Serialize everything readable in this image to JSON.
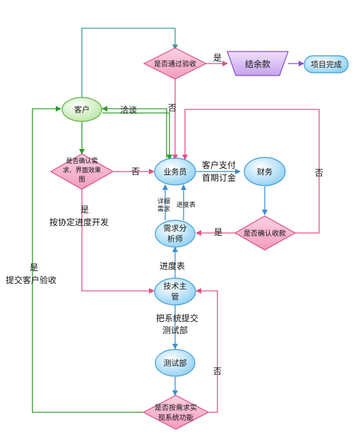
{
  "nodes": {
    "customer": "客户",
    "confirm_req": [
      "是否确认需",
      "求、界面效果",
      "图"
    ],
    "pass_acceptance": "是否通过验收",
    "balance": "结余款",
    "project_done": "项目完成",
    "salesperson": "业务员",
    "finance": "财务",
    "confirm_payment": "是否确认收款",
    "req_analyst": [
      "需求分",
      "析师"
    ],
    "tech_lead": [
      "技术主",
      "管"
    ],
    "test_dept": "测试部",
    "meets_req": [
      "是否按需求实",
      "现系统功能"
    ]
  },
  "edges": {
    "yes_top": "是",
    "no_accept": "否",
    "negotiate": "洽谈",
    "no_confirm": "否",
    "yes_develop": [
      "是",
      "按协定进度开发"
    ],
    "pay_deposit": [
      "客户支付",
      "首期订金"
    ],
    "no_payment": "否",
    "yes_payment": "是",
    "detailed_req": [
      "详细",
      "需求"
    ],
    "schedule_small": "进度表",
    "schedule": "进度表",
    "submit_test": [
      "把系统提交",
      "测试部"
    ],
    "no_meets": "否",
    "yes_submit": [
      "是",
      "提交客户验收"
    ]
  },
  "colors": {
    "green_edge": "#2e9a2e",
    "pink_edge": "#e0508a",
    "teal_edge": "#3c9a9a",
    "blue_edge": "#3a8fd0",
    "diamond_fill": "#f7b3cd",
    "diamond_stroke": "#d94c86",
    "process_fill": "#bfe6f7",
    "process_stroke": "#3a9ad8",
    "customer_fill": "#d6f2c6",
    "customer_stroke": "#5aaa3c",
    "balance_fill": "#d8bff0",
    "balance_stroke": "#8a4ad0"
  }
}
